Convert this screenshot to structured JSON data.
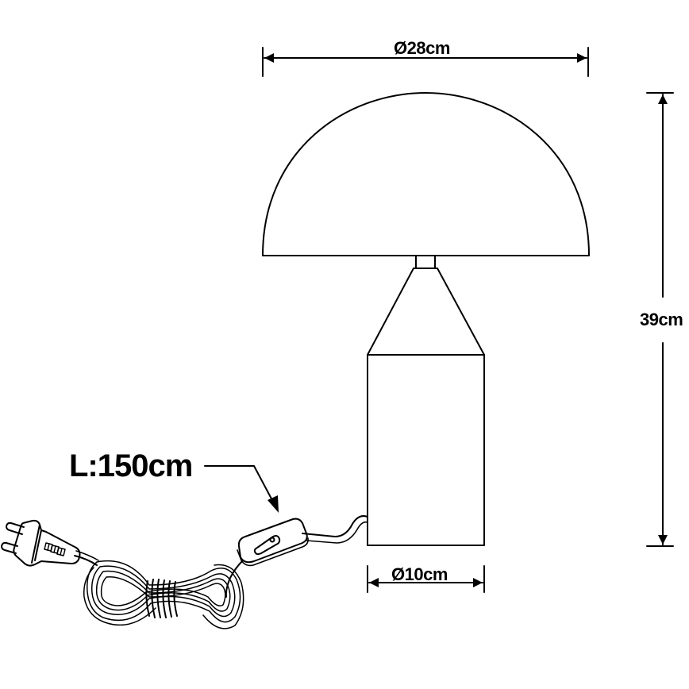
{
  "dimensions": {
    "shade_diameter": "Ø28cm",
    "height": "39cm",
    "base_diameter": "Ø10cm",
    "cord_length": "L:150cm"
  },
  "colors": {
    "line": "#000000",
    "background": "#ffffff"
  },
  "icons": {
    "plug": "eu-plug-icon",
    "switch": "inline-switch-icon",
    "cable": "coiled-cable-icon"
  }
}
